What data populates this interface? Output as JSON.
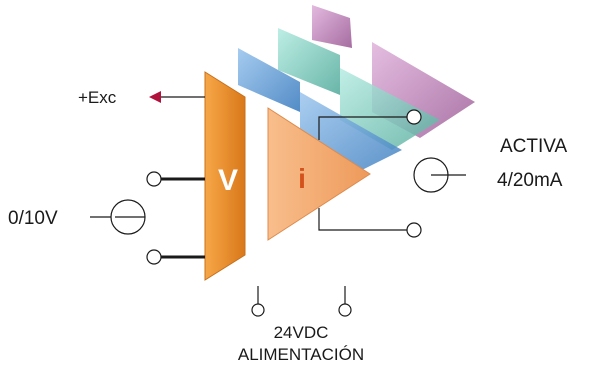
{
  "labels": {
    "excitation": "+Exc",
    "input_range": "0/10V",
    "output_type": "ACTIVA",
    "output_range": "4/20mA",
    "supply_voltage": "24VDC",
    "supply_label": "ALIMENTACIÓN",
    "voltage_stage": "V",
    "current_stage": "i"
  },
  "colors": {
    "voltage_stage": "#f0922a",
    "current_stage": "#f4aa70",
    "stage_text_v": "#ffffff",
    "stage_text_i": "#d4521c",
    "band_blue": "#5e98d2",
    "band_teal": "#7ccbbd",
    "band_purple": "#b77bb0",
    "arrow": "#b0123c",
    "line": "#1a1a1a"
  }
}
